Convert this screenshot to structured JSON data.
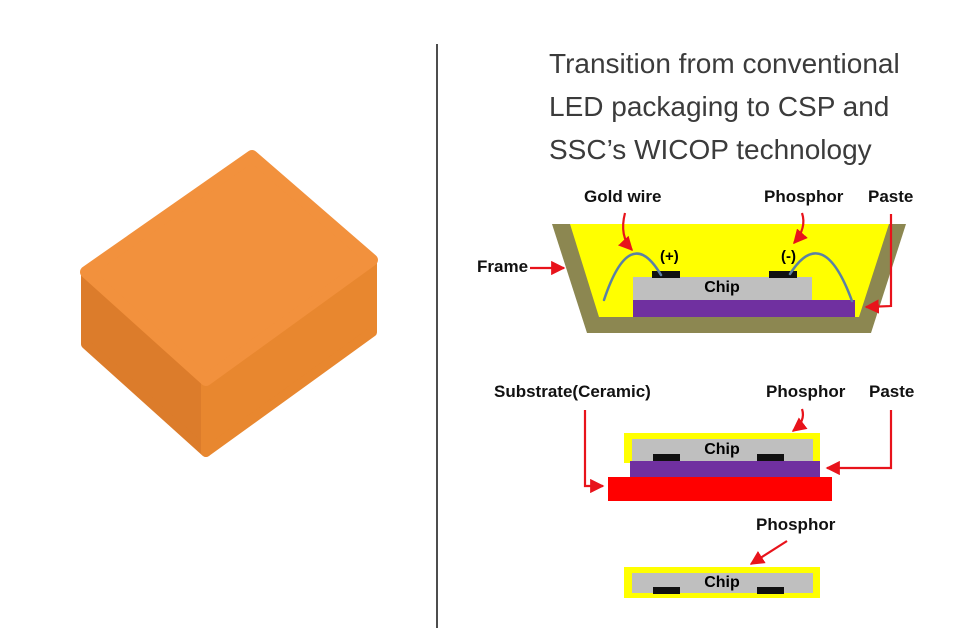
{
  "colors": {
    "divider": "#4d4d4d",
    "arrow": "#e8131b",
    "frame": "#8c8751",
    "phosphor": "#ffff00",
    "chip": "#bfbfbf",
    "paste": "#7030a0",
    "substrate": "#ff0000",
    "wire": "#5b80a5",
    "electrode": "#111111",
    "led_top": "#f2913d",
    "led_left": "#dc7c2b",
    "led_right": "#e8872f"
  },
  "title": {
    "line1": "Transition from conventional",
    "line2": "LED packaging to CSP and",
    "line3": "SSC’s WICOP technology"
  },
  "conventional": {
    "gold_wire_label": "Gold wire",
    "phosphor_label": "Phosphor",
    "paste_label": "Paste",
    "frame_label": "Frame",
    "plus_label": "(+)",
    "minus_label": "(-)",
    "chip_label": "Chip"
  },
  "csp": {
    "substrate_label": "Substrate(Ceramic)",
    "phosphor_label": "Phosphor",
    "paste_label": "Paste",
    "chip_label": "Chip"
  },
  "wicop": {
    "phosphor_label": "Phosphor",
    "chip_label": "Chip"
  }
}
